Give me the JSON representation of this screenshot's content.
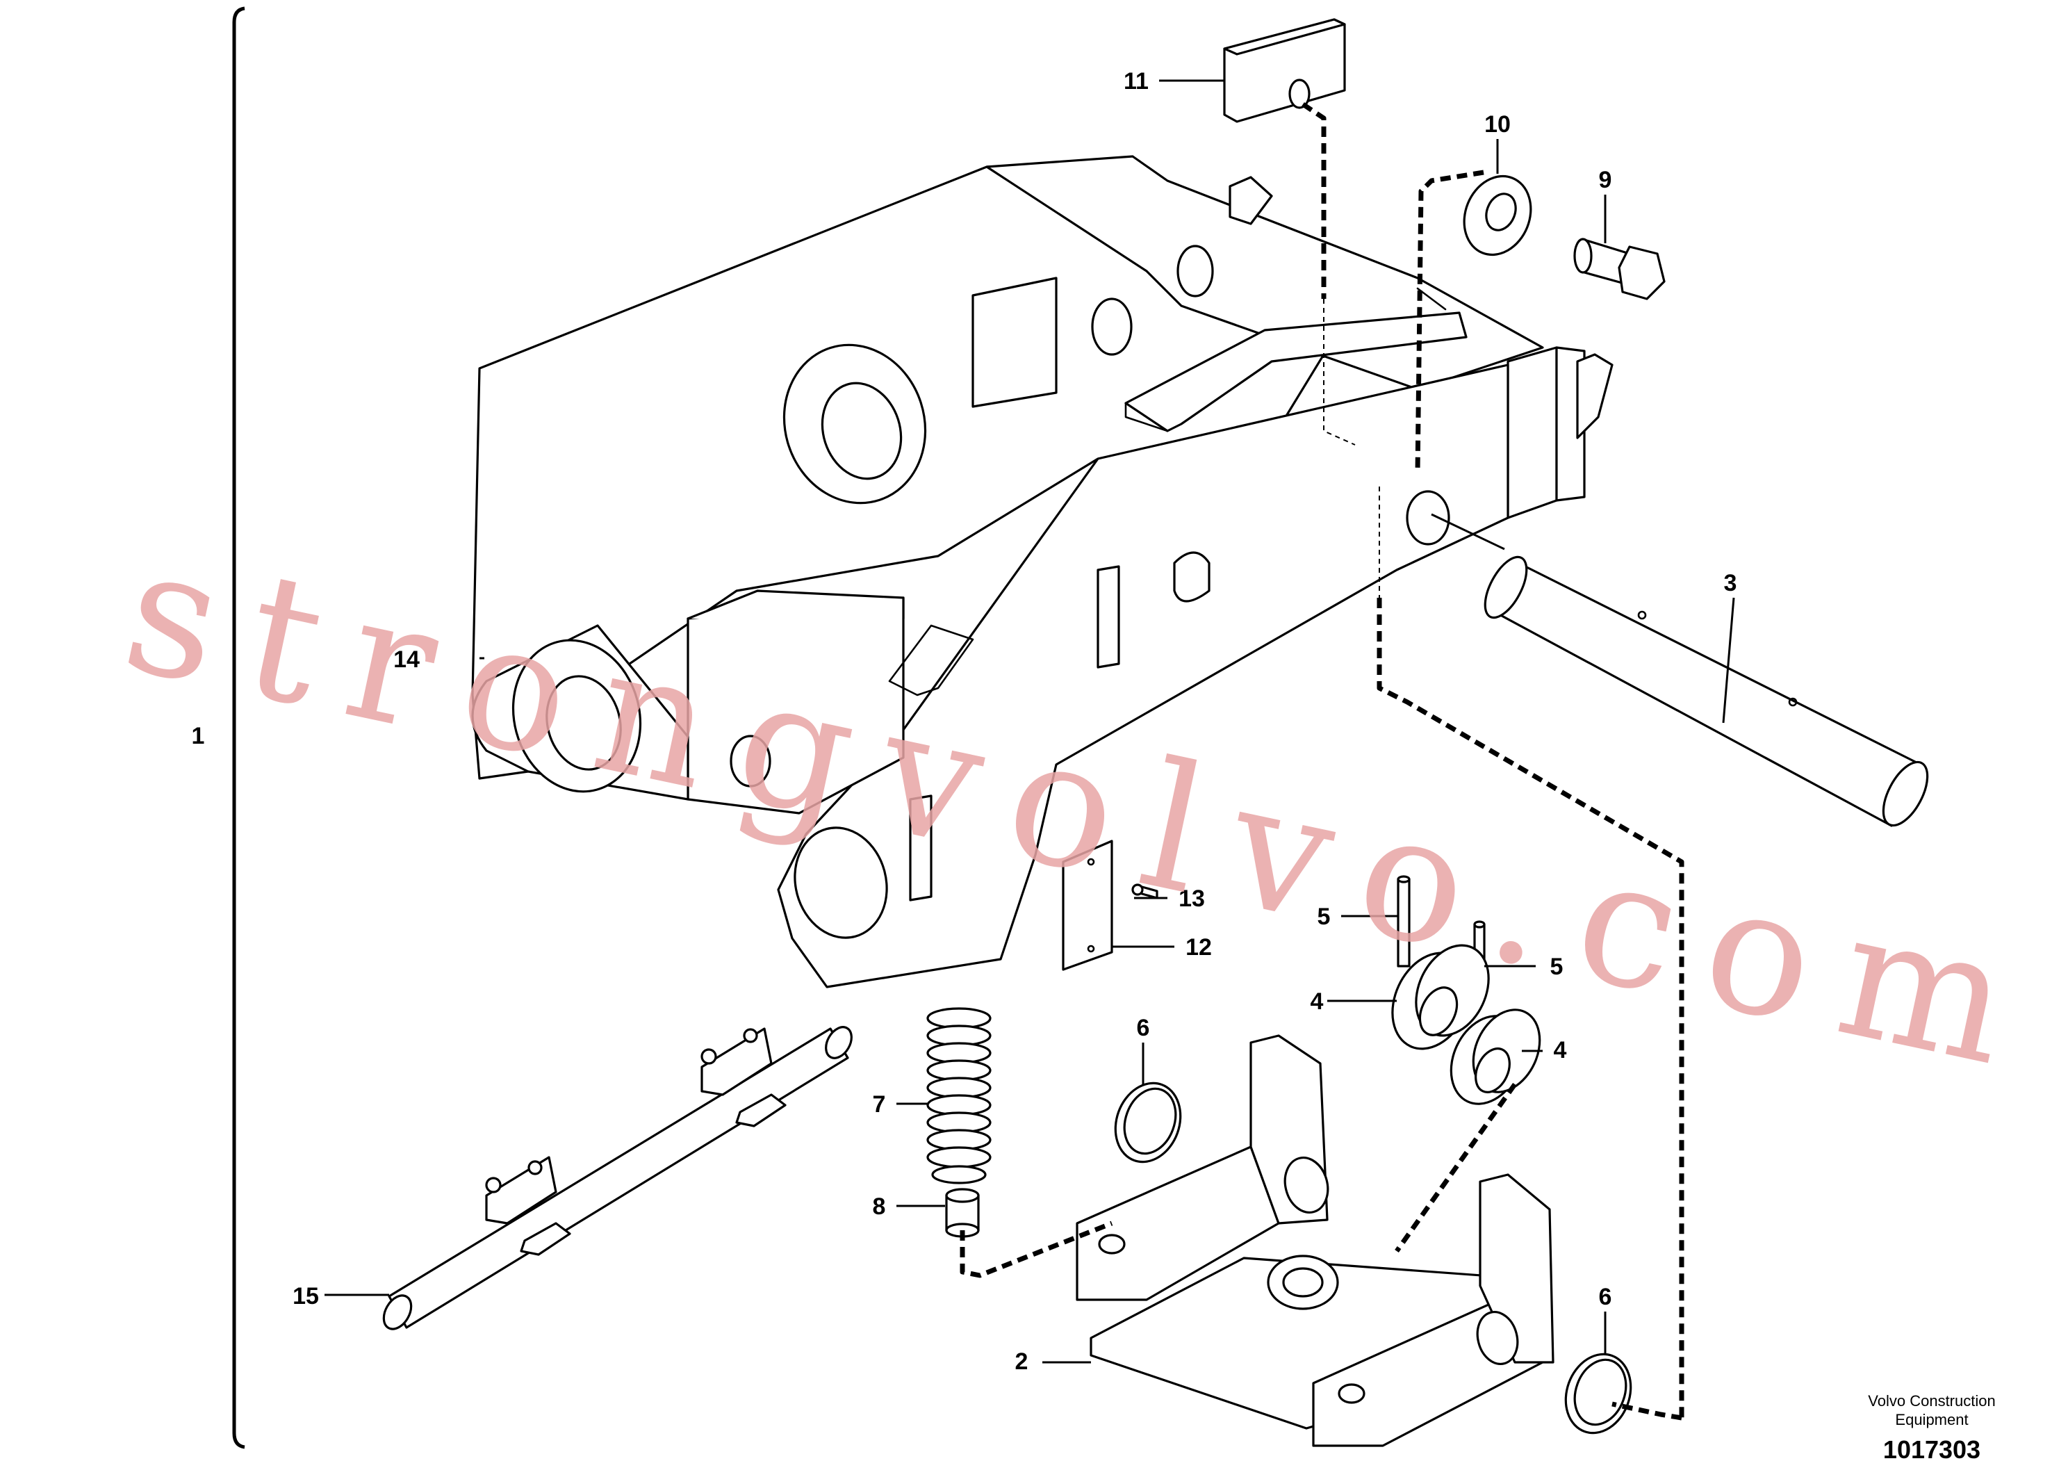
{
  "diagram": {
    "labels": {
      "l1": "1",
      "l2": "2",
      "l3": "3",
      "l4a": "4",
      "l4b": "4",
      "l5a": "5",
      "l5b": "5",
      "l6a": "6",
      "l6b": "6",
      "l7": "7",
      "l8": "8",
      "l9": "9",
      "l10": "10",
      "l11": "11",
      "l12": "12",
      "l13": "13",
      "l14": "14",
      "l15": "15"
    },
    "watermark": "strongvolvo.com",
    "maker_line1": "Volvo Construction",
    "maker_line2": "Equipment",
    "drawing_number": "1017303"
  }
}
